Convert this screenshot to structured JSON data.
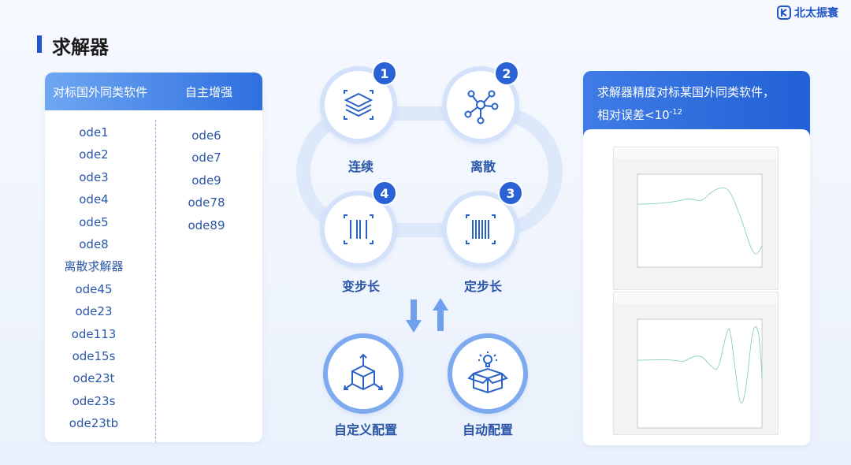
{
  "brand": {
    "name": "北太振寰"
  },
  "page": {
    "title": "求解器"
  },
  "left_table": {
    "header_col1": "对标国外同类软件",
    "header_col2": "自主增强",
    "col1": [
      "ode1",
      "ode2",
      "ode3",
      "ode4",
      "ode5",
      "ode8",
      "离散求解器",
      "ode45",
      "ode23",
      "ode113",
      "ode15s",
      "ode23t",
      "ode23s",
      "ode23tb"
    ],
    "col2": [
      "ode6",
      "ode7",
      "ode9",
      "ode78",
      "ode89"
    ]
  },
  "cycle": {
    "nodes": [
      {
        "num": "1",
        "label": "连续",
        "icon": "layers-icon"
      },
      {
        "num": "2",
        "label": "离散",
        "icon": "network-icon"
      },
      {
        "num": "3",
        "label": "定步长",
        "icon": "fixed-step-icon"
      },
      {
        "num": "4",
        "label": "变步长",
        "icon": "variable-step-icon"
      }
    ],
    "bottom": [
      {
        "label": "自定义配置",
        "icon": "custom-box-icon"
      },
      {
        "label": "自动配置",
        "icon": "auto-box-icon"
      }
    ]
  },
  "right_card": {
    "line1": "求解器精度对标某国外同类软件，",
    "line2_prefix": "相对误差<10",
    "line2_exp": "-12"
  },
  "colors": {
    "accent": "#2a62d6",
    "text": "#2b56a8"
  }
}
